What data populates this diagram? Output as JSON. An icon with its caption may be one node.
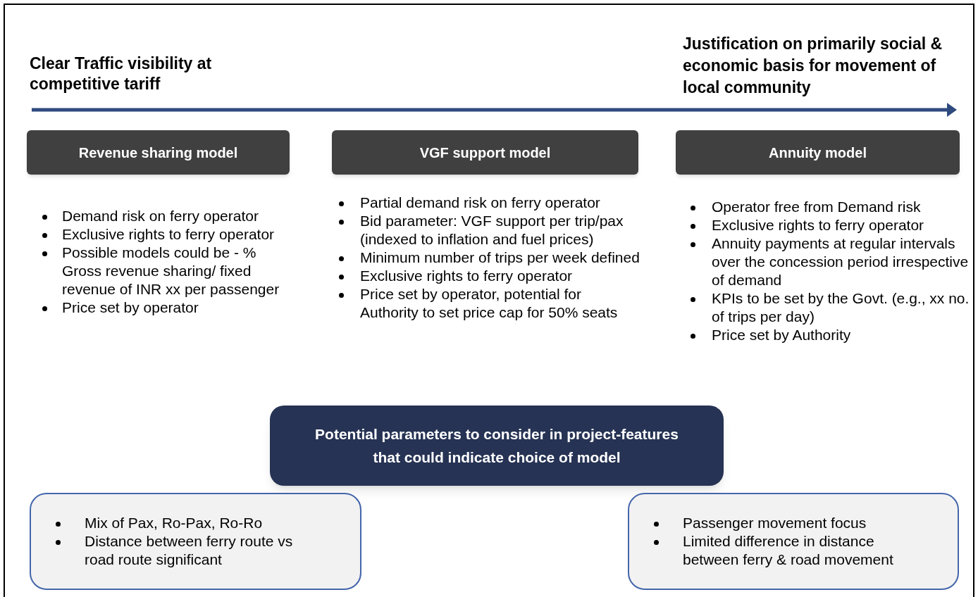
{
  "diagram": {
    "nodes": [
      {
        "text": [
          "Revenue sharing model"
        ],
        "beside": [
          "Demand risk on ferry operator",
          "Exclusive rights to ferry operator",
          "Possible models could be - % Gross revenue sharing/ fixed revenue of INR xx per passenger",
          "Price set by operator"
        ]
      },
      {
        "text": [
          "VGF support model"
        ],
        "beside": [
          "Partial demand risk on ferry operator",
          "Bid parameter: VGF support per trip/pax (indexed to inflation and fuel prices)",
          "Minimum number of trips per week defined",
          "Exclusive rights to ferry operator",
          "Price set by operator, potential for Authority to set price cap for 50% seats"
        ]
      },
      {
        "text": [
          "Annuity model"
        ],
        "beside": [
          "Operator free from Demand risk",
          "Exclusive rights to ferry operator",
          "Annuity payments at regular intervals over the concession period irrespective of demand",
          "KPIs to be set by the Govt. (e.g., xx no. of trips per day)",
          "Price set by Authority"
        ]
      },
      {
        "text": [
          "Potential parameters to consider in project-features that could indicate choice of model"
        ]
      },
      {
        "text": [
          "Mix of Pax, Ro-Pax, Ro-Ro",
          "Distance between ferry route vs road route significant"
        ]
      },
      {
        "text": [
          "Passenger movement focus",
          "Limited difference in distance between ferry & road movement"
        ]
      }
    ],
    "edges": [],
    "labels": [
      "Clear Traffic visibility at competitive tariff",
      "Justification on primarily social & economic basis for movement of local community"
    ]
  }
}
